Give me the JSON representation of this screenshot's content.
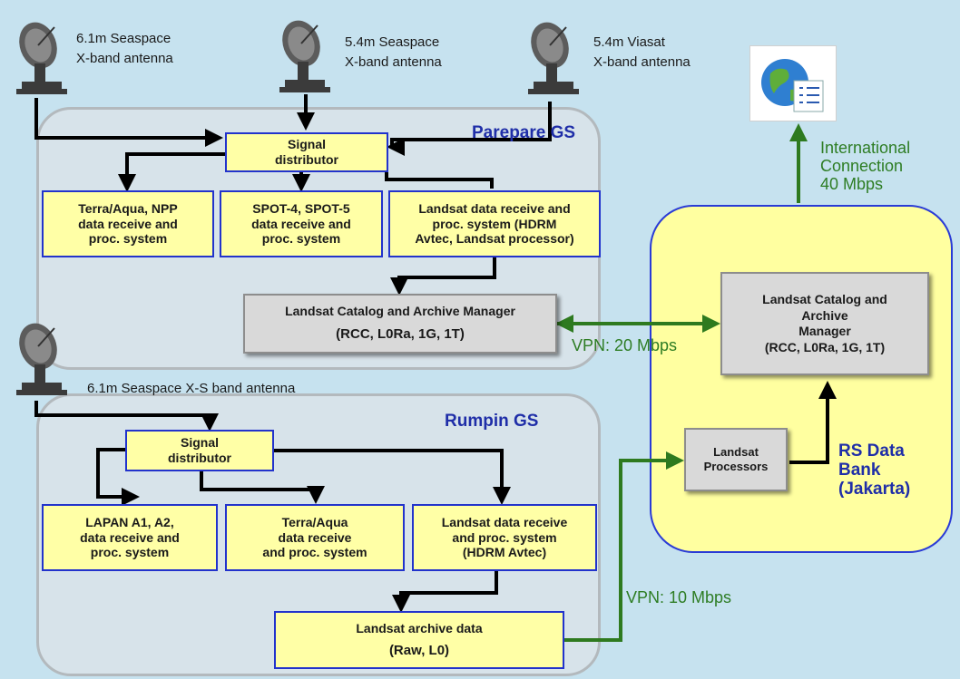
{
  "antennas": {
    "a1": "6.1m  Seaspace\nX-band antenna",
    "a2": "5.4m Seaspace\nX-band antenna",
    "a3": "5.4m Viasat\nX-band antenna",
    "a4": "6.1m  Seaspace X-S band antenna"
  },
  "parepare": {
    "title": "Parepare GS",
    "signal": "Signal\ndistributor",
    "terra": "Terra/Aqua, NPP\ndata receive and\nproc. system",
    "spot": "SPOT-4, SPOT-5\ndata receive and\nproc. system",
    "landsat": "Landsat data receive and\nproc. system (HDRM\nAvtec, Landsat processor)",
    "catalog_line1": "Landsat Catalog and Archive Manager",
    "catalog_line2": "(RCC, L0Ra, 1G, 1T)"
  },
  "rumpin": {
    "title": "Rumpin GS",
    "signal": "Signal\ndistributor",
    "lapan": "LAPAN A1, A2,\ndata receive and\nproc. system",
    "terra": "Terra/Aqua\ndata receive\nand proc. system",
    "landsat": "Landsat data receive\nand proc. system\n(HDRM Avtec)",
    "archive_line1": "Landsat archive data",
    "archive_line2": "(Raw, L0)"
  },
  "databank": {
    "title": "RS Data\nBank\n(Jakarta)",
    "catalog": "Landsat Catalog and\nArchive\nManager\n(RCC, L0Ra, 1G, 1T)",
    "processors": "Landsat\nProcessors"
  },
  "links": {
    "international": "International\nConnection\n40 Mbps",
    "vpn20": "VPN: 20 Mbps",
    "vpn10": "VPN: 10 Mbps"
  },
  "icons": [
    "satellite-dish-icon",
    "globe-checklist-icon"
  ]
}
